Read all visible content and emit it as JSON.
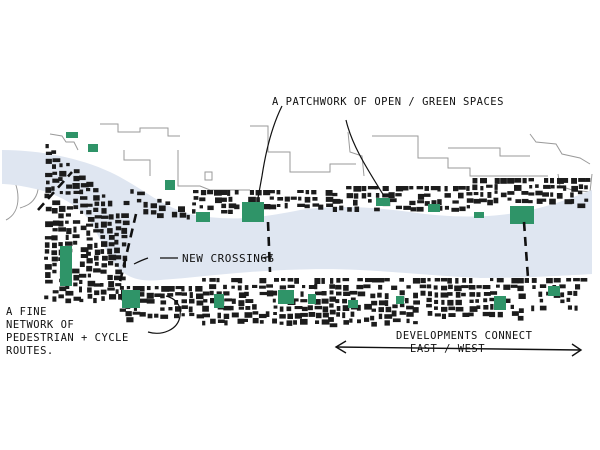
{
  "annotations": {
    "open_green_spaces": "A patchwork of open / green spaces",
    "new_crossings": "New crossings",
    "network_line1": "A fine",
    "network_line2": "network of",
    "network_line3": "pedestrian + cycle",
    "network_line4": "routes.",
    "developments_line1": "Developments connect",
    "developments_line2": "east / west"
  },
  "colors": {
    "river": "#dfe6f1",
    "building": "#1c1c1c",
    "green_space": "#2f9468",
    "outline": "#9a9a9a",
    "ink": "#111111"
  }
}
